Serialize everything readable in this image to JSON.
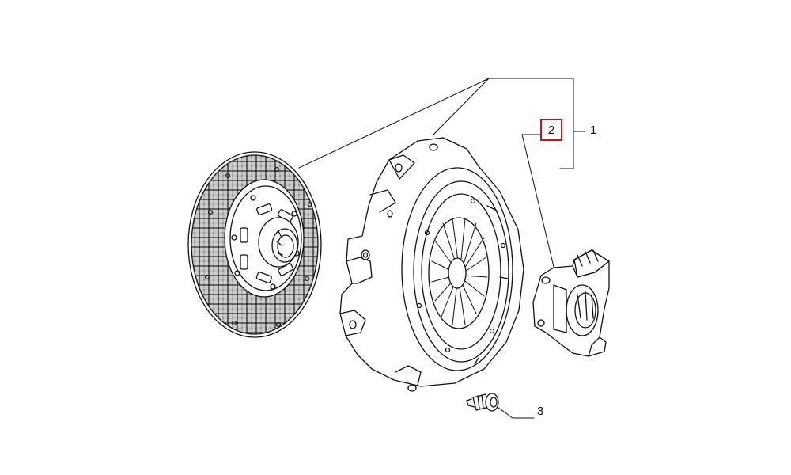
{
  "callouts": {
    "c1": {
      "label": "1"
    },
    "c2": {
      "label": "2",
      "highlight_color": "#d0101a"
    },
    "c3": {
      "label": "3"
    }
  },
  "parts": [
    "clutch-disc",
    "pressure-plate",
    "release-bearing",
    "bolt"
  ]
}
